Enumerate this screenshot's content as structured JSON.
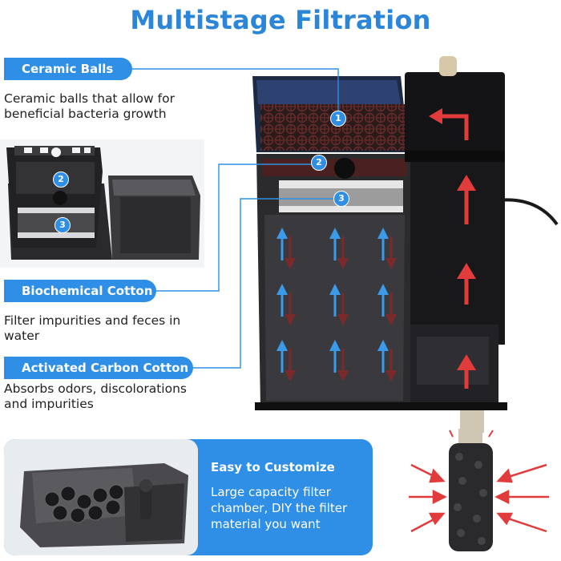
{
  "title": "Multistage Filtration",
  "features": [
    {
      "label": "Ceramic Balls",
      "description": "Ceramic balls that allow for beneficial bacteria growth"
    },
    {
      "label": "Biochemical Cotton",
      "description": "Filter impurities and feces in water"
    },
    {
      "label": "Activated Carbon Cotton",
      "description": "Absorbs odors, discolorations and impurities"
    }
  ],
  "markers": [
    "1",
    "2",
    "3"
  ],
  "customize": {
    "title": "Easy to Customize",
    "description": "Large capacity filter chamber, DIY the filter material you want"
  },
  "colors": {
    "accent": "#2f8fe6",
    "title": "#2b86d9",
    "flow_in": "#e23b3b",
    "flow_out": "#3b9be8"
  },
  "icons": [
    "flow-arrow-up-icon",
    "flow-arrow-down-icon",
    "suction-arrow-icon"
  ]
}
